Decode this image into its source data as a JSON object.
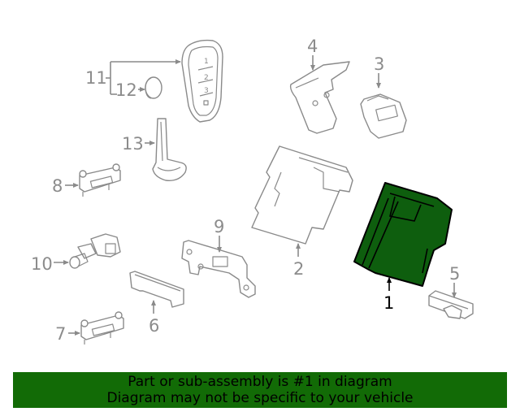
{
  "diagram": {
    "highlight_color": "#126b06",
    "callouts": [
      {
        "id": "1",
        "label": "1",
        "highlighted": true
      },
      {
        "id": "2",
        "label": "2"
      },
      {
        "id": "3",
        "label": "3"
      },
      {
        "id": "4",
        "label": "4"
      },
      {
        "id": "5",
        "label": "5"
      },
      {
        "id": "6",
        "label": "6"
      },
      {
        "id": "7",
        "label": "7"
      },
      {
        "id": "8",
        "label": "8"
      },
      {
        "id": "9",
        "label": "9"
      },
      {
        "id": "10",
        "label": "10"
      },
      {
        "id": "11",
        "label": "11"
      },
      {
        "id": "12",
        "label": "12"
      },
      {
        "id": "13",
        "label": "13"
      }
    ],
    "key_fob_buttons": [
      "1",
      "2",
      "3"
    ]
  },
  "banner": {
    "line1": "Part or sub-assembly is #1 in diagram",
    "line2": "Diagram may not be specific to your vehicle",
    "background": "#126b06"
  }
}
